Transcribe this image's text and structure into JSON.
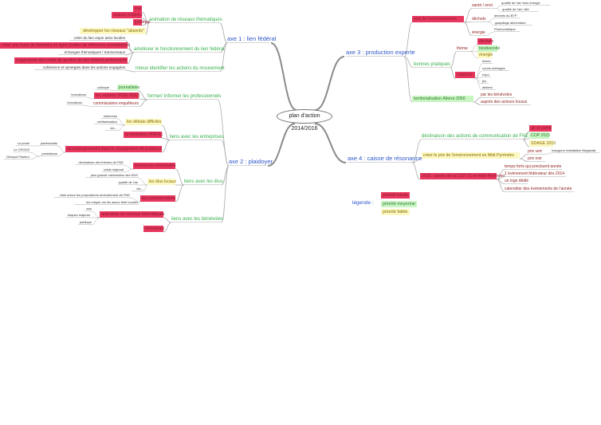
{
  "title": "plan d'action 2014/2016",
  "axes": [
    {
      "label": "axe 1 : lien fédéral",
      "branches": [
        {
          "label": "animation de réseaux thématiques",
          "children": [
            {
              "label": "eau"
            },
            {
              "label": "risques majeurs"
            },
            {
              "label": "juridique"
            },
            {
              "label": "développer les réseaux \"absents\""
            }
          ]
        },
        {
          "label": "améliorer le fonctionnement du lien fédéral",
          "children": [
            {
              "label": "créer du lien expo/ asso locales"
            },
            {
              "label": "créer une base de données en ligne (boites de référence centralisées)"
            },
            {
              "label": "échanges thématiques / transversaux"
            },
            {
              "label": "s'approprier des outils de gestion du lien fédéral performants"
            }
          ]
        },
        {
          "label": "mieux identifier les actions du mouvement",
          "children": [
            {
              "label": "cohérence et synergies dans les actions engagées"
            }
          ]
        }
      ]
    },
    {
      "label": "axe 2 : plaidoyer",
      "branches": [
        {
          "label": "former/ informer les professionnels",
          "children": [
            {
              "label": "journalistes",
              "children": [
                {
                  "label": "colloque"
                }
              ]
            },
            {
              "label": "les salariés (RSE/ RSO)",
              "children": [
                {
                  "label": "formations"
                }
              ]
            },
            {
              "label": "commissaires enquêteurs",
              "children": [
                {
                  "label": "formations"
                }
              ]
            }
          ]
        },
        {
          "label": "liens avec les entreprises",
          "children": [
            {
              "label": "les débats difficiles",
              "children": [
                {
                  "label": "éoliennes"
                },
                {
                  "label": "méthanisation"
                },
                {
                  "label": "etc..."
                }
              ]
            },
            {
              "label": "la médiation (ARPE)"
            },
            {
              "label": "accompagnement dans le changement de pratiques",
              "children": [
                {
                  "label": "partenariats",
                  "children": [
                    {
                      "label": "La poste"
                    }
                  ]
                },
                {
                  "label": "prestations",
                  "children": [
                    {
                      "label": "Le CROUS"
                    },
                    {
                      "label": "Clinique Pasteur"
                    }
                  ]
                }
              ]
            }
          ]
        },
        {
          "label": "liens avec les élus",
          "children": [
            {
              "label": "échéances électorales",
              "children": [
                {
                  "label": "déclinaison des thèmes de FNE"
                },
                {
                  "label": "relais régional"
                }
              ]
            },
            {
              "label": "les élus locaux",
              "children": [
                {
                  "label": "plus grande valorisation des ENS"
                },
                {
                  "label": "qualité de l'air"
                },
                {
                  "label": "etc..."
                }
              ]
            },
            {
              "label": "les parlementaires",
              "children": [
                {
                  "label": "faire suivre les propositions amendement de FNE"
                },
                {
                  "label": "les relayer via les assoc fédé locales"
                }
              ]
            }
          ]
        },
        {
          "label": "liens avec les bénévoles",
          "children": [
            {
              "label": "animation de réseaux thématiques",
              "children": [
                {
                  "label": "eau"
                },
                {
                  "label": "risques majeurs"
                },
                {
                  "label": "juridique"
                }
              ]
            },
            {
              "label": "formations"
            }
          ]
        }
      ]
    },
    {
      "label": "axe 3 : production experte",
      "branches": [
        {
          "label": "état de l'environnement",
          "children": [
            {
              "label": "santé / envt",
              "children": [
                {
                  "label": "qualité de l'air/ bois énergie"
                },
                {
                  "label": "qualité de l'air/ ville"
                }
              ]
            },
            {
              "label": "déchets",
              "children": [
                {
                  "label": "déchets du BTP"
                },
                {
                  "label": "gaspillage alimentaire"
                }
              ]
            },
            {
              "label": "énergie",
              "children": [
                {
                  "label": "Photovoltaïque"
                }
              ]
            }
          ]
        },
        {
          "label": "bonnes pratiques",
          "children": [
            {
              "label": "thème",
              "children": [
                {
                  "label": "déchets"
                },
                {
                  "label": "biodiversité"
                },
                {
                  "label": "énergie"
                }
              ]
            },
            {
              "label": "supports",
              "children": [
                {
                  "label": "fiches"
                },
                {
                  "label": "courts métrages"
                },
                {
                  "label": "expo"
                },
                {
                  "label": "jeu"
                },
                {
                  "label": "ateliers"
                }
              ]
            }
          ]
        },
        {
          "label": "territorialisation Alterre 2050",
          "children": [
            {
              "label": "par les bénévoles"
            },
            {
              "label": "auprès des acteurs locaux"
            }
          ]
        }
      ]
    },
    {
      "label": "axe 4 : caisse de résonance",
      "branches": [
        {
          "label": "déclinaison des actions de communication de FNE",
          "children": [
            {
              "label": "air et santé"
            },
            {
              "label": "COP 2015"
            },
            {
              "label": "SDAGE 2015"
            }
          ]
        },
        {
          "label": "créer le prix de l'environnement en Midi-Pyrénées",
          "children": [
            {
              "label": "prix vert",
              "children": [
                {
                  "label": "Inaugurer installation Négawatt"
                }
              ]
            },
            {
              "label": "prix noir"
            }
          ]
        },
        {
          "label": "2015 : année de la COP 21 en Midi-Pyrénées",
          "children": [
            {
              "label": "temps forts qui ponctuent année"
            },
            {
              "label": "1 événement fédérateur dès 2014"
            },
            {
              "label": "un logo dédié"
            },
            {
              "label": "calendrier des événements de l'année"
            }
          ]
        }
      ]
    }
  ],
  "legend": {
    "label": "légende :",
    "items": [
      {
        "label": "priorité haute",
        "color": "#e8375f"
      },
      {
        "label": "priorité moyenne",
        "color": "#c9f5c3"
      },
      {
        "label": "priorité faible",
        "color": "#fbf8c2"
      }
    ]
  }
}
